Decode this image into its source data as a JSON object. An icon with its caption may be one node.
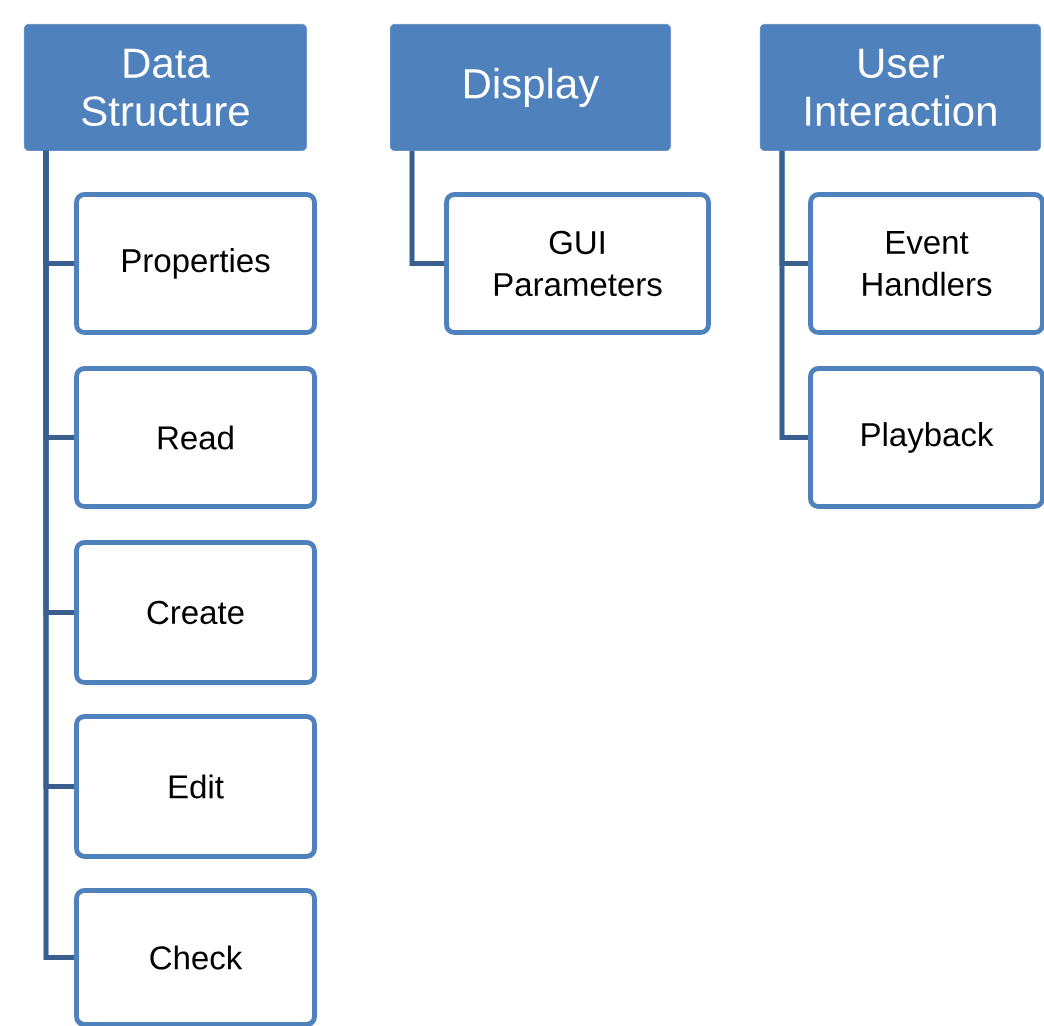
{
  "diagram": {
    "nodes": [
      {
        "text": [
          "Data Structure"
        ]
      },
      {
        "text": [
          "Properties"
        ]
      },
      {
        "text": [
          "Read"
        ]
      },
      {
        "text": [
          "Create"
        ]
      },
      {
        "text": [
          "Edit"
        ]
      },
      {
        "text": [
          "Check"
        ]
      },
      {
        "text": [
          "Display"
        ]
      },
      {
        "text": [
          "GUI Parameters"
        ]
      },
      {
        "text": [
          "User Interaction"
        ]
      },
      {
        "text": [
          "Event Handlers"
        ]
      },
      {
        "text": [
          "Playback"
        ]
      }
    ],
    "edges": [
      {
        "from": 0,
        "to": 1,
        "arrow": "none"
      },
      {
        "from": 0,
        "to": 2,
        "arrow": "none"
      },
      {
        "from": 0,
        "to": 3,
        "arrow": "none"
      },
      {
        "from": 0,
        "to": 4,
        "arrow": "none"
      },
      {
        "from": 0,
        "to": 5,
        "arrow": "none"
      },
      {
        "from": 6,
        "to": 7,
        "arrow": "none"
      },
      {
        "from": 8,
        "to": 9,
        "arrow": "none"
      },
      {
        "from": 8,
        "to": 10,
        "arrow": "none"
      }
    ]
  }
}
